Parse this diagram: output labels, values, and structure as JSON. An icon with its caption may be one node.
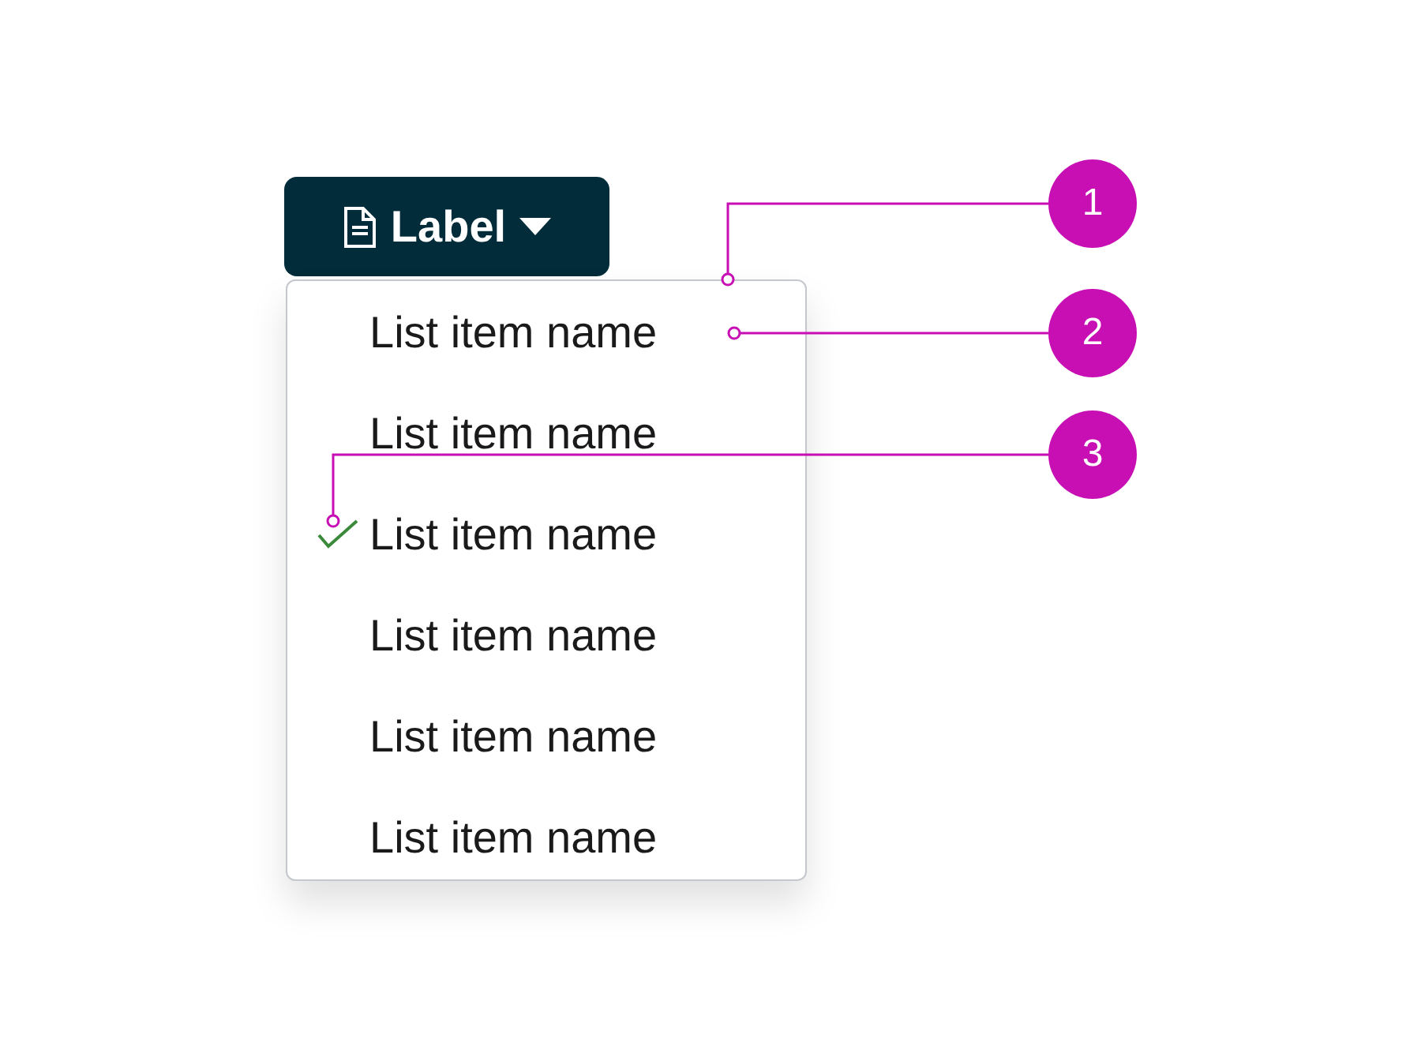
{
  "diagram": {
    "nodes": [
      {
        "text": [
          "Label"
        ]
      },
      {
        "text": [],
        "shape": "box"
      },
      {
        "text": [
          "List item name"
        ],
        "in": 1
      },
      {
        "text": [
          "List item name"
        ],
        "in": 1
      },
      {
        "text": [],
        "shape": "picture",
        "in": 1
      },
      {
        "text": [
          "List item name"
        ],
        "in": 1
      },
      {
        "text": [
          "List item name"
        ],
        "in": 1
      },
      {
        "text": [
          "List item name"
        ],
        "in": 1
      },
      {
        "text": [
          "List item name"
        ],
        "in": 1
      },
      {
        "text": [
          "1"
        ]
      },
      {
        "text": [
          "2"
        ]
      },
      {
        "text": [
          "3"
        ]
      }
    ],
    "edges": [
      {
        "from": 9,
        "to": 1,
        "arrow": "other"
      },
      {
        "from": 10,
        "to": 2,
        "arrow": "other"
      },
      {
        "from": 11,
        "to": 4,
        "arrow": "other"
      }
    ]
  }
}
